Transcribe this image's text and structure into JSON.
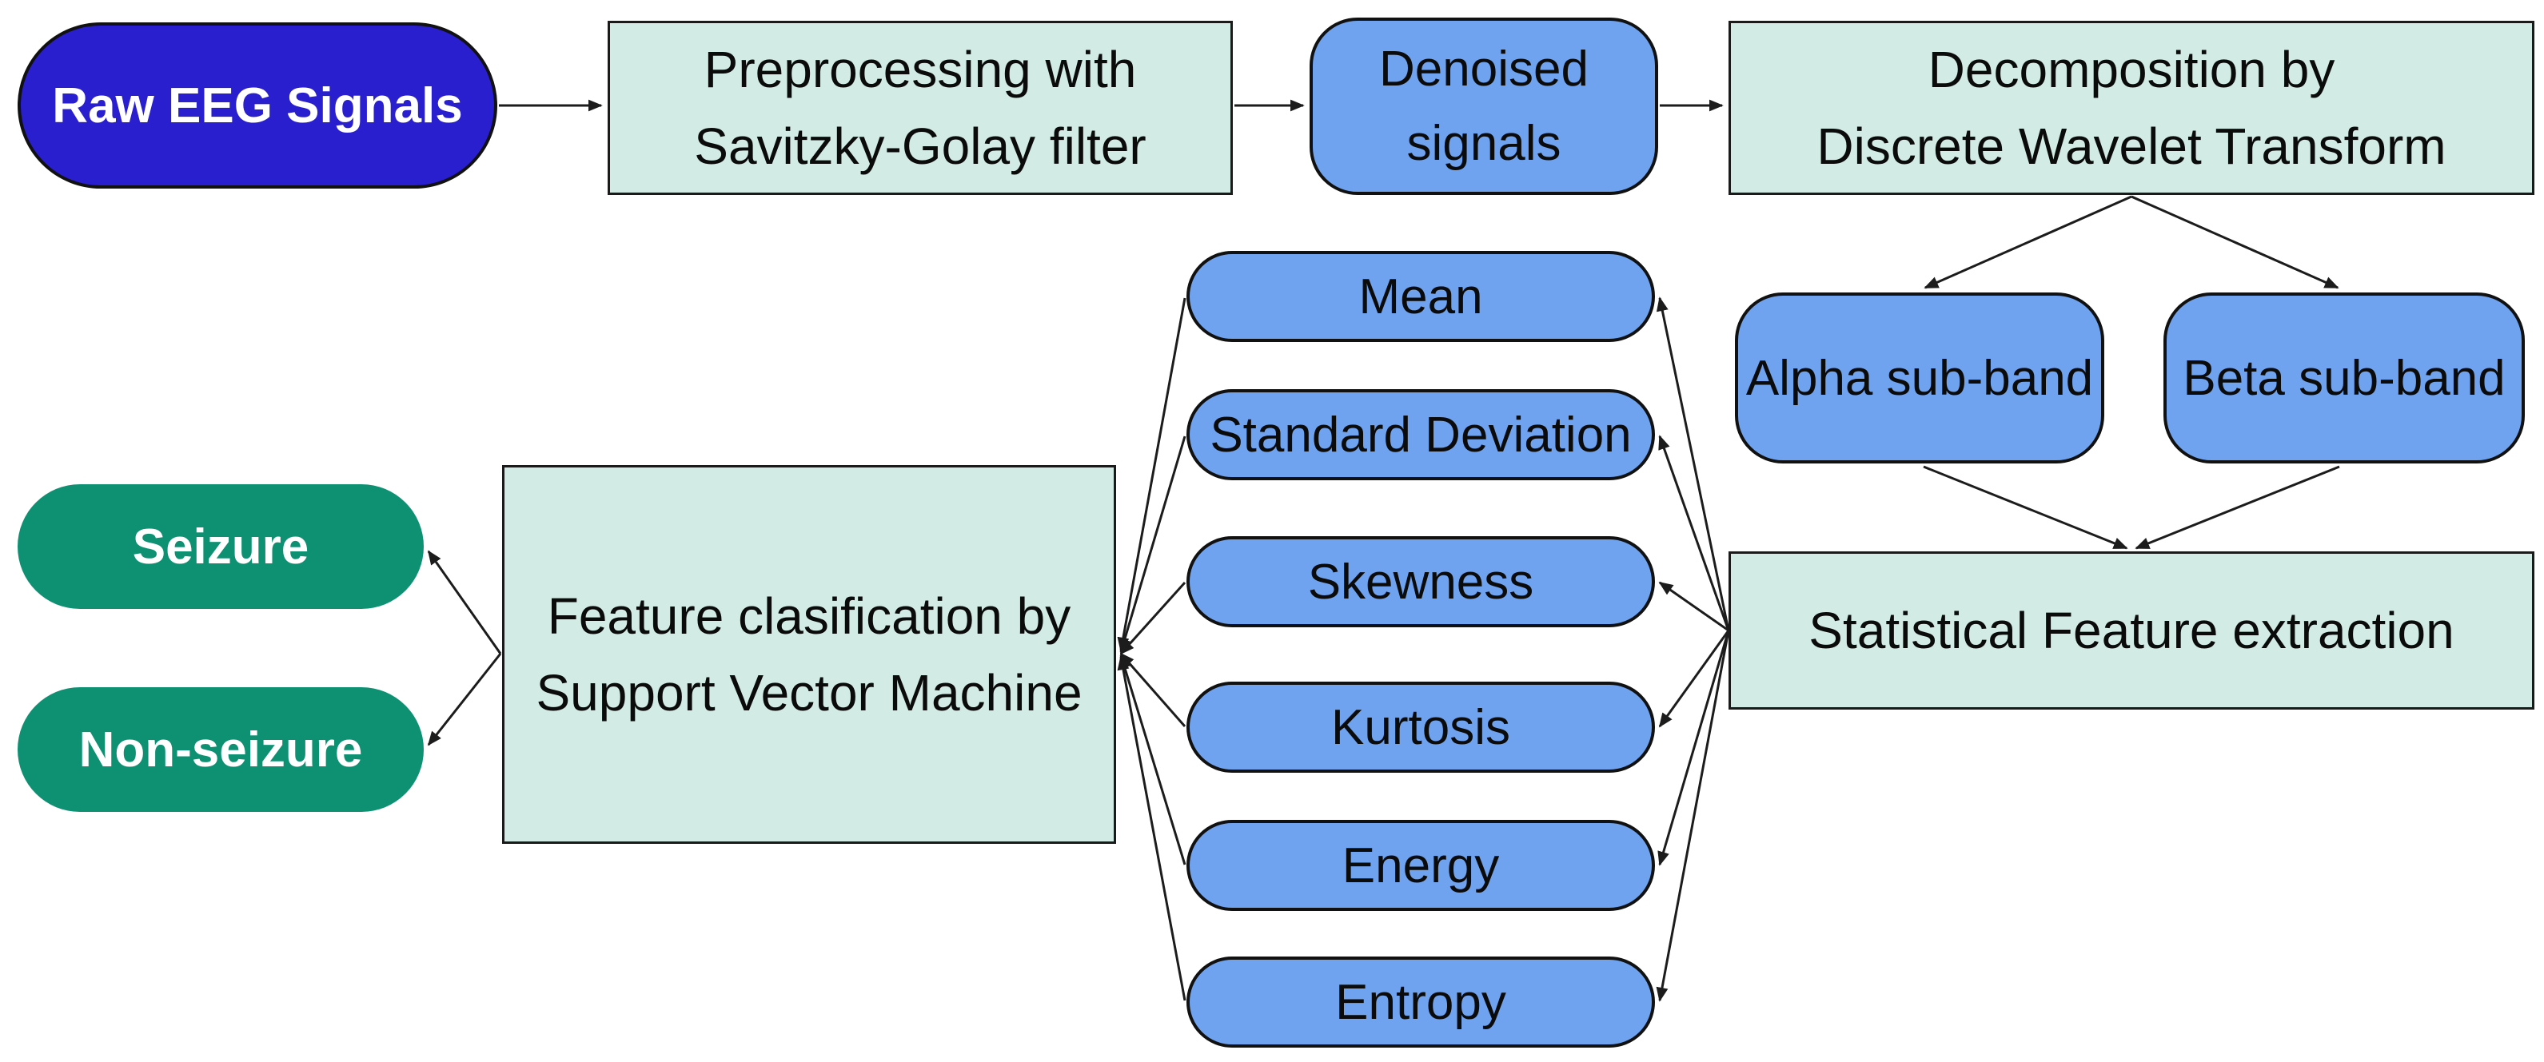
{
  "diagram_title": "EEG seizure detection flowchart",
  "colors": {
    "raw_node_fill": "#2a1fce",
    "process_box_fill": "#d2ebe4",
    "signal_node_fill": "#6fa3ef",
    "output_node_fill": "#0e9172",
    "edge_color": "#1c1c1c",
    "text_dark": "#0b0b0b",
    "text_light": "#ffffff"
  },
  "nodes": {
    "raw": {
      "label": "Raw EEG Signals"
    },
    "preprocessing": {
      "label": "Preprocessing with\nSavitzky-Golay filter"
    },
    "denoised": {
      "label": "Denoised\nsignals"
    },
    "decomposition": {
      "label": "Decomposition by\nDiscrete Wavelet Transform"
    },
    "alpha": {
      "label": "Alpha sub-band"
    },
    "beta": {
      "label": "Beta sub-band"
    },
    "statistical": {
      "label": "Statistical Feature extraction"
    },
    "features": [
      {
        "label": "Mean"
      },
      {
        "label": "Standard Deviation"
      },
      {
        "label": "Skewness"
      },
      {
        "label": "Kurtosis"
      },
      {
        "label": "Energy"
      },
      {
        "label": "Entropy"
      }
    ],
    "classification": {
      "label": "Feature clasification by\nSupport Vector Machine"
    },
    "outputs": [
      {
        "label": "Seizure"
      },
      {
        "label": "Non-seizure"
      }
    ]
  }
}
